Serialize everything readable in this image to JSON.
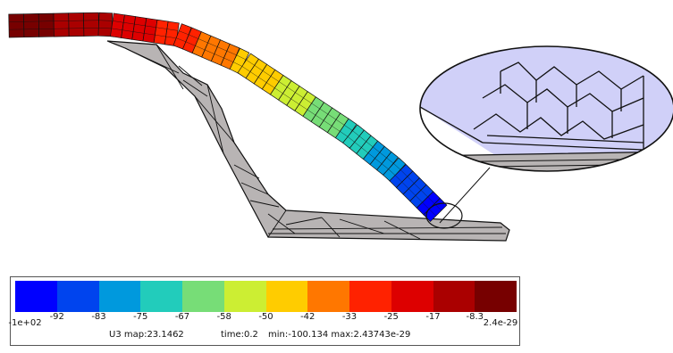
{
  "viewport": {
    "description_icon": "fe-mesh-deformation-view",
    "mesh_color_scale": [
      "#0000ff",
      "#0044ee",
      "#0099dd",
      "#22ccbb",
      "#77dd77",
      "#ccee33",
      "#ffcc00",
      "#ff7700",
      "#ff2200",
      "#dd0000",
      "#aa0000",
      "#770000"
    ],
    "support_color": "#b8b4b4",
    "zoom_fill": "#d0d0f8"
  },
  "legend": {
    "colors": [
      "#0000ff",
      "#0044ee",
      "#0099dd",
      "#22ccbb",
      "#77dd77",
      "#ccee33",
      "#ffcc00",
      "#ff7700",
      "#ff2200",
      "#dd0000",
      "#aa0000",
      "#770000"
    ],
    "ticks": [
      "-1e+02",
      "-92",
      "-83",
      "-75",
      "-67",
      "-58",
      "-50",
      "-42",
      "-33",
      "-25",
      "-17",
      "-8.3",
      "2.4e-29"
    ],
    "map_label": "U3 map:23.1462",
    "time_label": "time:0.2",
    "minmax_label": "min:-100.134 max:2.43743e-29"
  }
}
